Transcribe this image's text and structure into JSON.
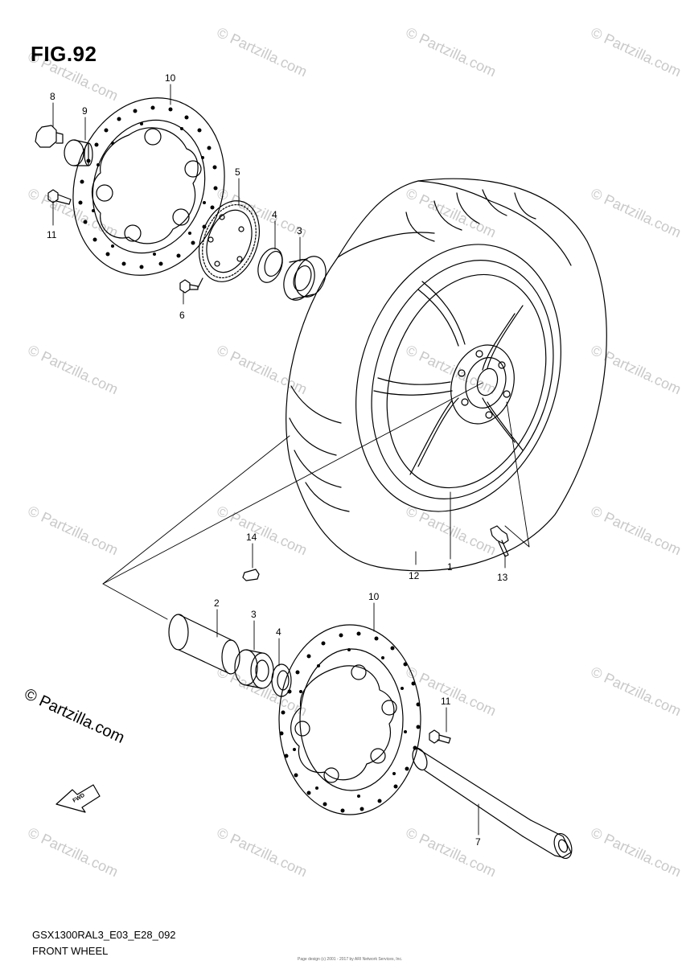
{
  "header": {
    "figure_label": "FIG.92"
  },
  "footer": {
    "model_code": "GSX1300RAL3_E03_E28_092",
    "diagram_name": "FRONT WHEEL",
    "small_print_1": "Page design (c) 2001 - 2017 by ARI Network Services, Inc."
  },
  "branding": {
    "mark": "© Partzilla.com",
    "watermark": "© Partzilla.com"
  },
  "direction_badge": {
    "text": "FWD"
  },
  "callouts": [
    {
      "label": "10"
    },
    {
      "label": "8"
    },
    {
      "label": "9"
    },
    {
      "label": "11"
    },
    {
      "label": "5"
    },
    {
      "label": "4"
    },
    {
      "label": "3"
    },
    {
      "label": "6"
    },
    {
      "label": "14"
    },
    {
      "label": "12"
    },
    {
      "label": "1"
    },
    {
      "label": "13"
    },
    {
      "label": "2"
    },
    {
      "label": "3"
    },
    {
      "label": "4"
    },
    {
      "label": "10"
    },
    {
      "label": "11"
    },
    {
      "label": "7"
    }
  ],
  "colors": {
    "line": "#000000",
    "watermark": "#c9c9c9"
  }
}
